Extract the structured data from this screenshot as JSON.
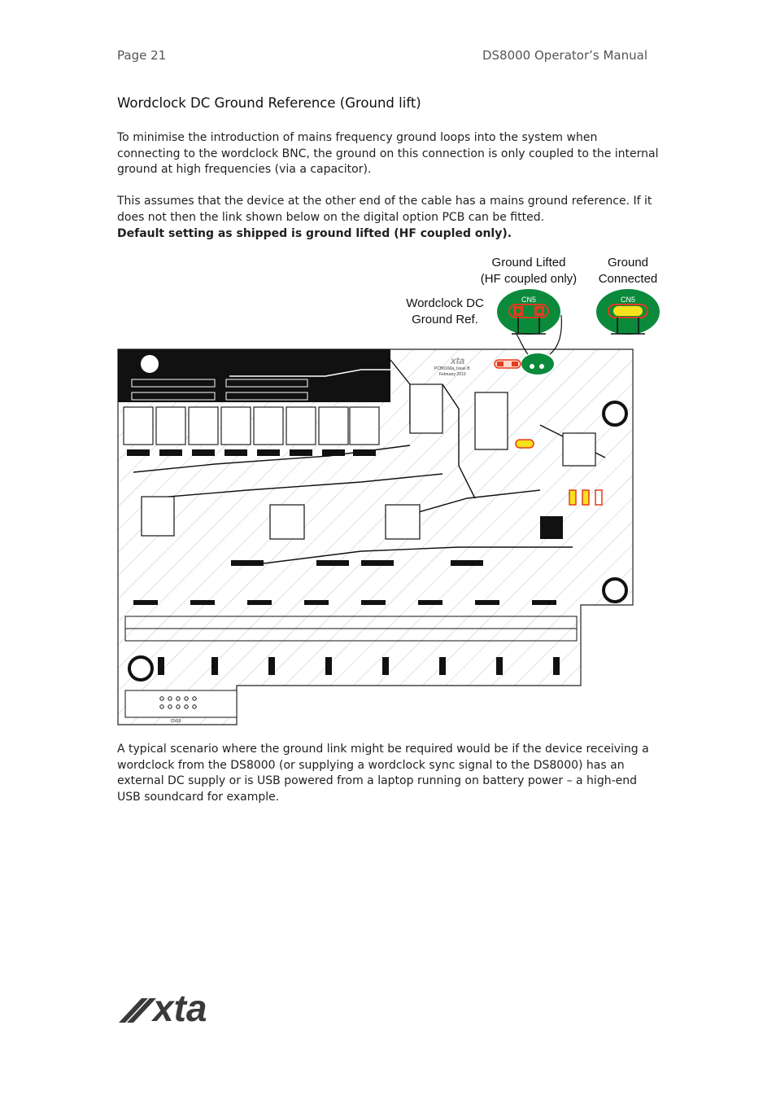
{
  "header": {
    "page": "Page 21",
    "manual": "DS8000 Operator’s Manual"
  },
  "section": {
    "title": "Wordclock DC Ground Reference (Ground lift)"
  },
  "body": {
    "para1": "To minimise the introduction of mains frequency ground loops into the system when connecting to the wordclock BNC, the ground on this connection is only coupled to the internal ground at high frequencies (via a capacitor).",
    "para2": "This assumes that the device at the other end of the cable has a mains ground reference.  If it does not then the link shown below on the digital option PCB can be fitted.",
    "para2_bold": "Default setting as shipped is ground lifted (HF coupled only).",
    "para3": "A typical scenario where the ground link might be required would be if the device receiving a wordclock from the DS8000 (or supplying a wordclock sync signal to the DS8000) has an external DC supply or is USB powered from a laptop running on battery power – a high-end USB soundcard for example."
  },
  "figure": {
    "callout_lifted_line1": "Ground Lifted",
    "callout_lifted_line2": "(HF coupled only)",
    "callout_connected_line1": "Ground",
    "callout_connected_line2": "Connected",
    "callout_wordclock_line1": "Wordclock DC",
    "callout_wordclock_line2": "Ground Ref.",
    "connector_label": "CN5",
    "pcb_logo": "xta",
    "pcb_part": "PCB0160a_Issue B",
    "pcb_date": "February 2010",
    "bottom_connector": "CN10",
    "colors": {
      "callout_green": "#0b8a3c",
      "jumper_red": "#e53b1e",
      "jumper_yellow": "#f5e21a"
    }
  },
  "footer": {
    "logo_text": "xta"
  }
}
